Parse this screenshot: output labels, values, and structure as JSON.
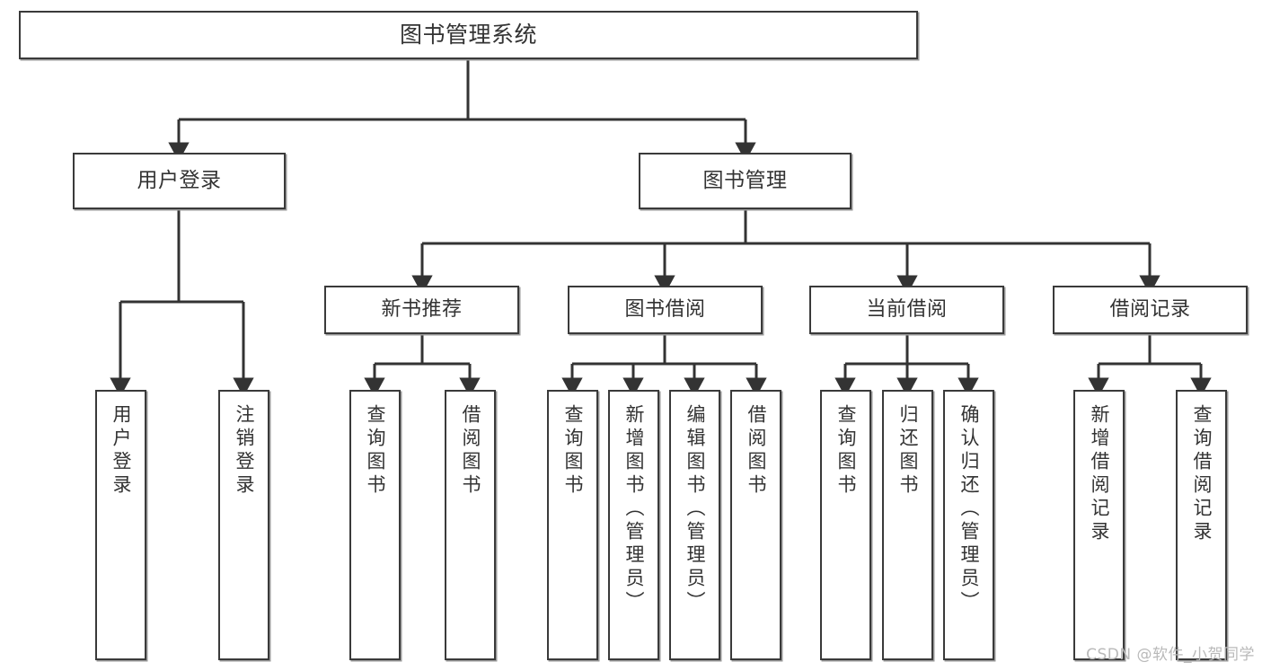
{
  "diagram": {
    "title": "图书管理系统",
    "type": "tree-hierarchy-chart",
    "root": {
      "label": "图书管理系统"
    },
    "level2": [
      {
        "label": "用户登录"
      },
      {
        "label": "图书管理"
      }
    ],
    "level3": [
      {
        "label": "新书推荐"
      },
      {
        "label": "图书借阅"
      },
      {
        "label": "当前借阅"
      },
      {
        "label": "借阅记录"
      }
    ],
    "leaves": {
      "user_login": [
        {
          "label": "用户登录"
        },
        {
          "label": "注销登录"
        }
      ],
      "new_book_recommend": [
        {
          "label": "查询图书"
        },
        {
          "label": "借阅图书"
        }
      ],
      "book_borrow": [
        {
          "label": "查询图书"
        },
        {
          "label": "新增图书（管理员）"
        },
        {
          "label": "编辑图书（管理员）"
        },
        {
          "label": "借阅图书"
        }
      ],
      "current_borrow": [
        {
          "label": "查询图书"
        },
        {
          "label": "归还图书"
        },
        {
          "label": "确认归还（管理员）"
        }
      ],
      "borrow_record": [
        {
          "label": "新增借阅记录"
        },
        {
          "label": "查询借阅记录"
        }
      ]
    }
  },
  "watermark": {
    "text": "CSDN @软件_小贺同学"
  },
  "colors": {
    "background": "#ffffff",
    "box_border": "#3a3a3a",
    "box_fill": "#ffffff",
    "connector": "#333333",
    "text": "#333333",
    "watermark": "#b9b9b9",
    "shadow": "#9a9a9a"
  }
}
